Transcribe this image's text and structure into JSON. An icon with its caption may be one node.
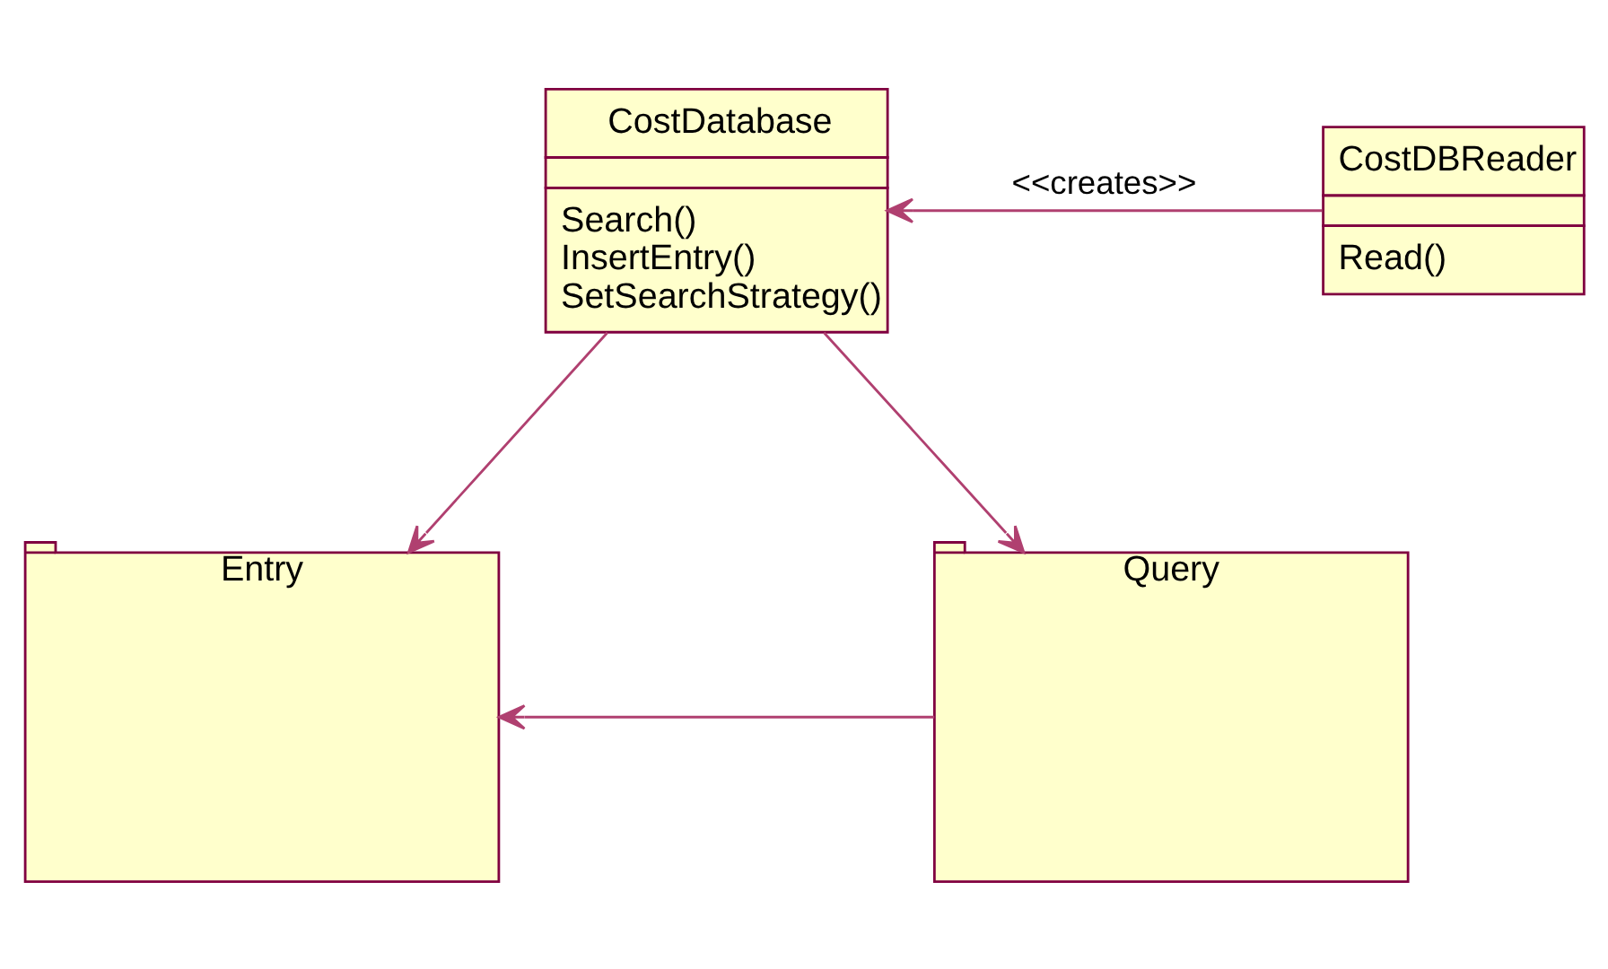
{
  "diagram": {
    "nodes": [
      {
        "text": [
          "CostDatabase",
          "Search()",
          "InsertEntry()",
          "SetSearchStrategy()"
        ]
      },
      {
        "text": [
          "CostDBReader",
          "Read()"
        ]
      },
      {
        "text": [
          "Entry"
        ]
      },
      {
        "text": [
          "Query"
        ]
      }
    ],
    "edges": [
      {
        "from": 1,
        "to": 0,
        "arrow": "to",
        "label": "<<creates>>"
      },
      {
        "from": 0,
        "to": 2,
        "arrow": "to"
      },
      {
        "from": 0,
        "to": 3,
        "arrow": "to"
      },
      {
        "from": 3,
        "to": 2,
        "arrow": "to"
      }
    ]
  }
}
